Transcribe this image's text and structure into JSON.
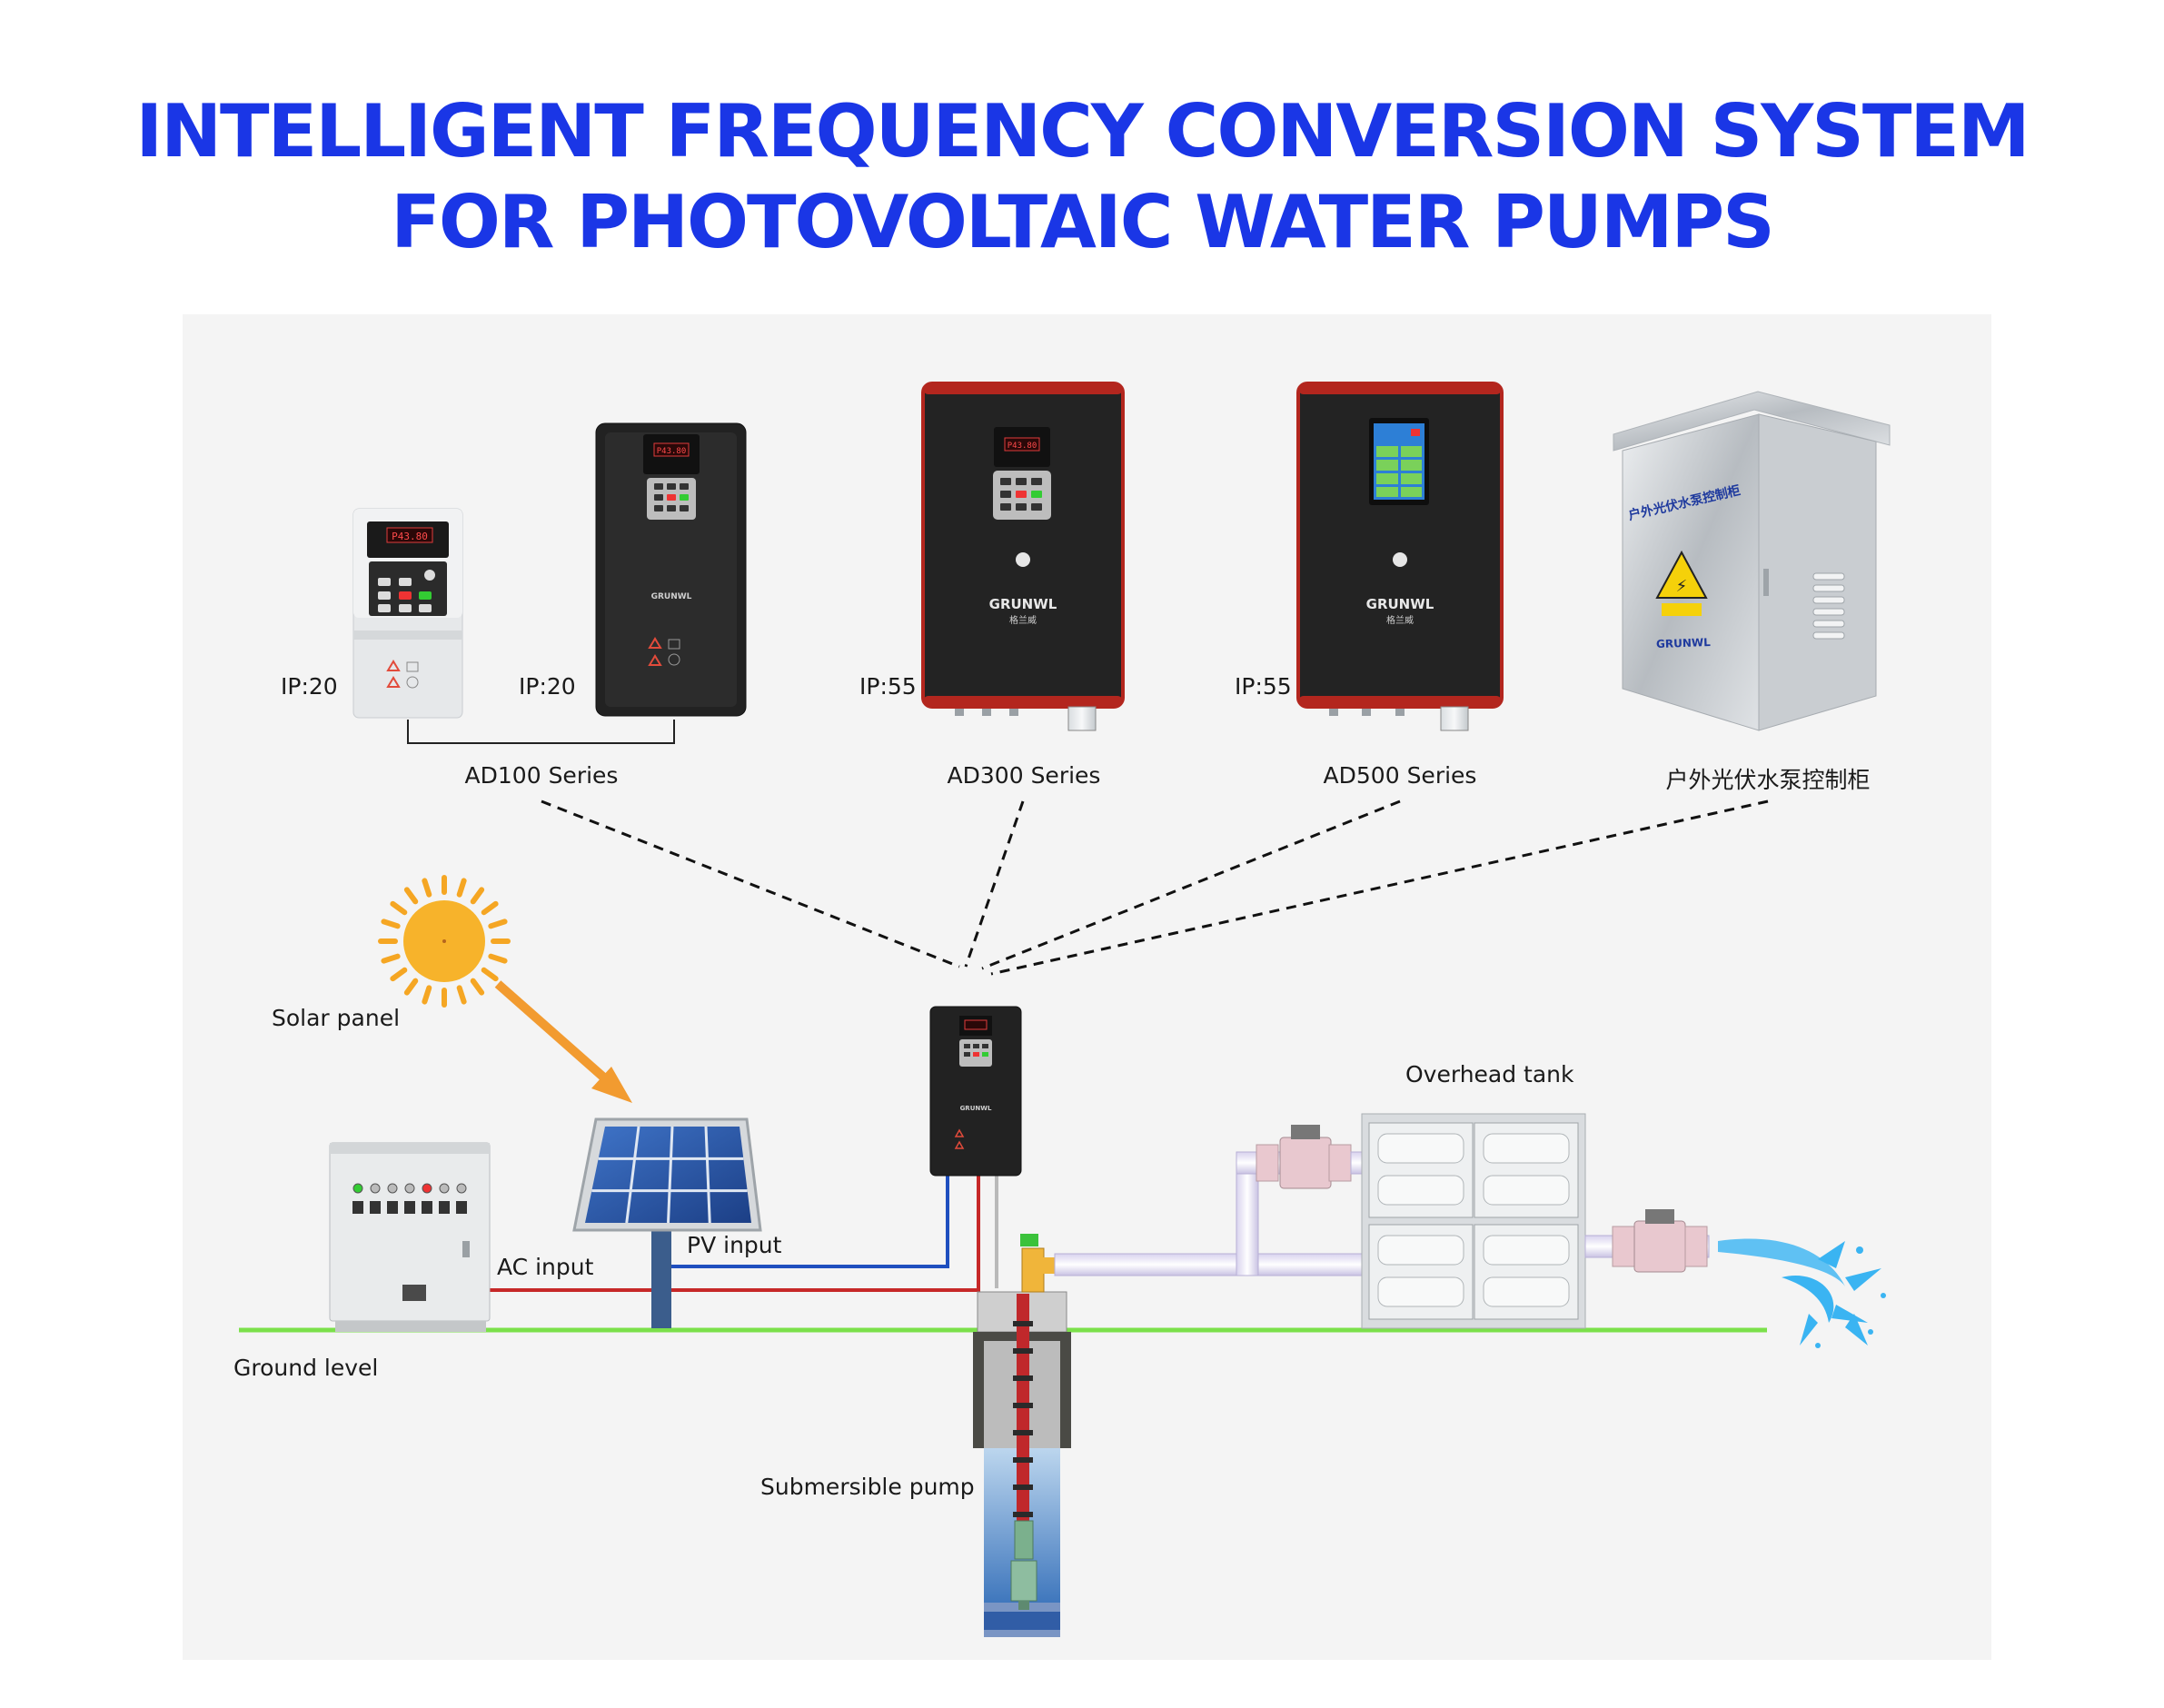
{
  "title": {
    "line1": "INTELLIGENT FREQUENCY CONVERSION SYSTEM",
    "line2": "FOR PHOTOVOLTAIC WATER PUMPS"
  },
  "products": [
    {
      "series": "AD100 Series",
      "models": [
        {
          "rating": "IP:20",
          "color": "white",
          "display": "P43.80"
        },
        {
          "rating": "IP:20",
          "color": "black",
          "display": "P43.80"
        }
      ]
    },
    {
      "series": "AD300 Series",
      "models": [
        {
          "rating": "IP:55",
          "color": "black",
          "display": "P43.80"
        }
      ]
    },
    {
      "series": "AD500 Series",
      "models": [
        {
          "rating": "IP:55",
          "color": "black",
          "display": "touchscreen"
        }
      ]
    },
    {
      "series": "户外光伏水泵控制柜",
      "models": [
        {
          "rating": "",
          "color": "stainless"
        }
      ]
    }
  ],
  "brand": {
    "name": "GRUNWL",
    "name_cn": "格兰威"
  },
  "cabinet_text": "户外光伏水泵控制柜",
  "system": {
    "solar_panel": "Solar panel",
    "ac_input": "AC input",
    "pv_input": "PV input",
    "overhead_tank": "Overhead tank",
    "ground_level": "Ground level",
    "submersible_pump": "Submersible pump"
  },
  "colors": {
    "title": "#1a36e6",
    "ground_line": "#7be04a",
    "ac_wire": "#c62828",
    "pv_wire": "#1f4fbf",
    "sun": "#f5a623",
    "water": "#3ab4f2"
  }
}
